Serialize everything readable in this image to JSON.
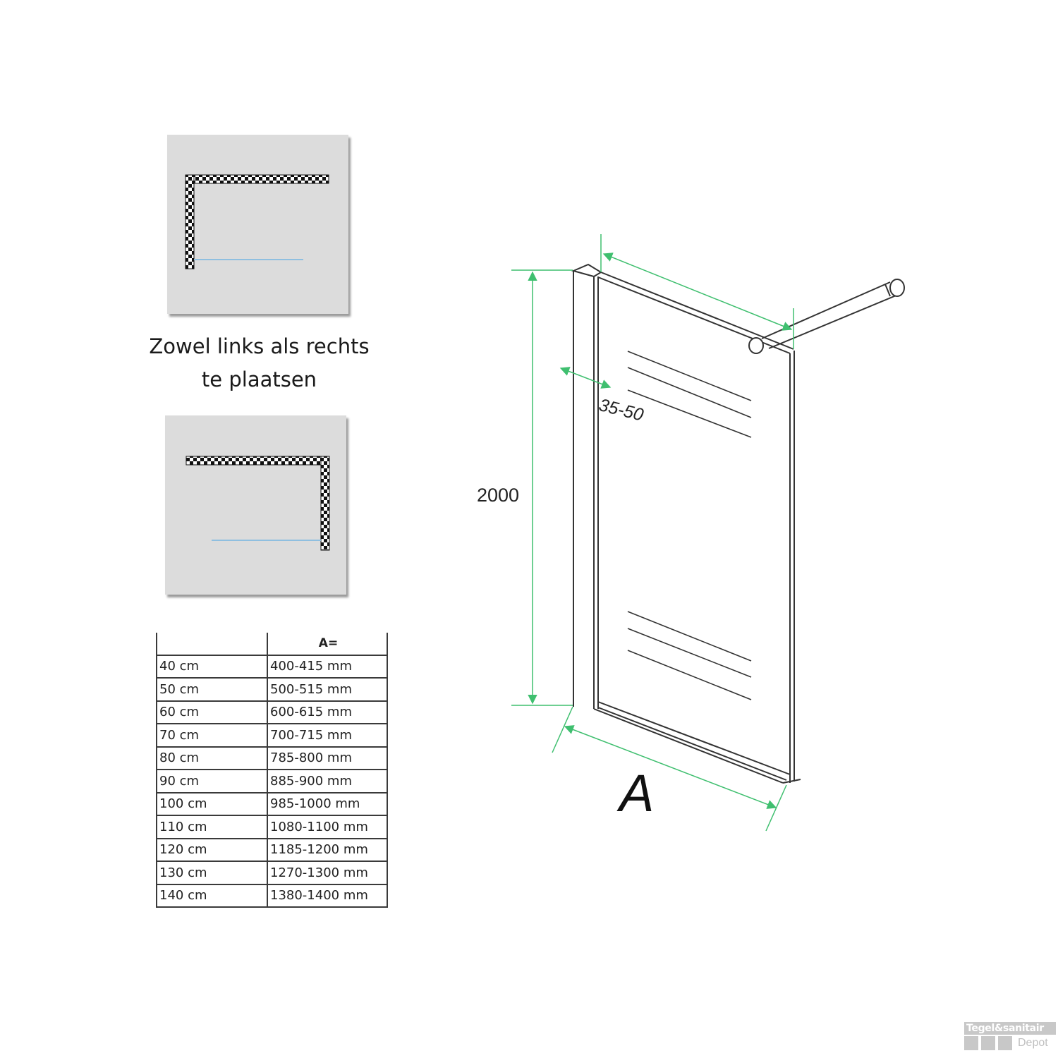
{
  "placement": {
    "caption_line1": "Zowel links als rechts",
    "caption_line2": "te plaatsen",
    "plan_left": {
      "wall": "left-corner",
      "glass_color": "#8fbfe0",
      "background": "#dcdcdc"
    },
    "plan_right": {
      "wall": "right-corner",
      "glass_color": "#8fbfe0",
      "background": "#dcdcdc"
    }
  },
  "size_table": {
    "headers": [
      "",
      "A="
    ],
    "rows": [
      [
        "40 cm",
        "400-415 mm"
      ],
      [
        "50 cm",
        "500-515 mm"
      ],
      [
        "60 cm",
        "600-615 mm"
      ],
      [
        "70 cm",
        "700-715 mm"
      ],
      [
        "80 cm",
        "785-800 mm"
      ],
      [
        "90 cm",
        "885-900 mm"
      ],
      [
        "100 cm",
        "985-1000 mm"
      ],
      [
        "110 cm",
        "1080-1100 mm"
      ],
      [
        "120 cm",
        "1185-1200 mm"
      ],
      [
        "130 cm",
        "1270-1300 mm"
      ],
      [
        "140 cm",
        "1380-1400 mm"
      ]
    ]
  },
  "drawing": {
    "height_label": "2000",
    "profile_label": "35-50",
    "width_label": "A",
    "dimension_color": "#3fbf6f",
    "line_color": "#333333"
  },
  "watermark": {
    "line1": "Tegel&sanitair",
    "line2": "Depot"
  }
}
